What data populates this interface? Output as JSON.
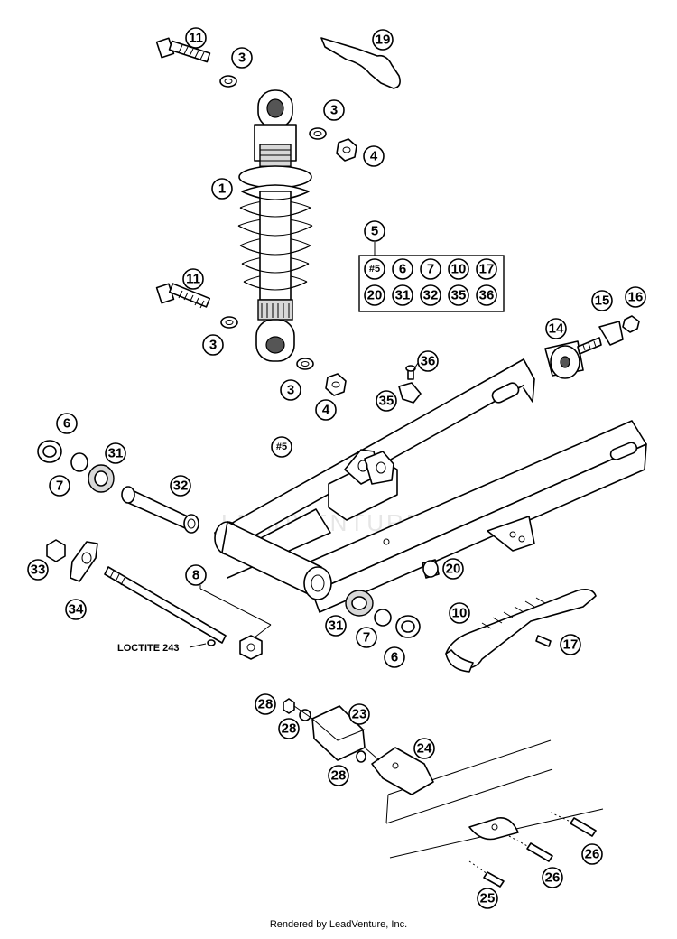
{
  "footer": {
    "credit": "Rendered by LeadVenture, Inc."
  },
  "watermark": "LEADVENTURE",
  "note": "LOCTITE 243",
  "kit": {
    "number": "5",
    "contents": [
      "#5",
      "6",
      "7",
      "10",
      "17",
      "20",
      "31",
      "32",
      "35",
      "36"
    ]
  },
  "callouts": {
    "c1": "1",
    "c3a": "3",
    "c3b": "3",
    "c3c": "3",
    "c3d": "3",
    "c4a": "4",
    "c4b": "4",
    "c6a": "6",
    "c6b": "6",
    "c7a": "7",
    "c7b": "7",
    "c8": "8",
    "c10": "10",
    "c11a": "11",
    "c11b": "11",
    "c14": "14",
    "c15": "15",
    "c16": "16",
    "c17": "17",
    "c19": "19",
    "c20": "20",
    "c23": "23",
    "c24": "24",
    "c25": "25",
    "c26a": "26",
    "c26b": "26",
    "c28a": "28",
    "c28b": "28",
    "c28c": "28",
    "c31a": "31",
    "c31b": "31",
    "c32": "32",
    "c33": "33",
    "c34": "34",
    "c35": "35",
    "c36": "36",
    "c5swing": "#5"
  }
}
